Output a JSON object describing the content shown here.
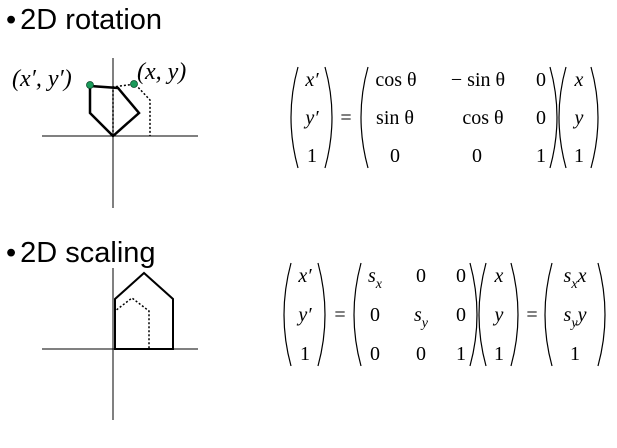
{
  "sections": [
    {
      "bullet": "•",
      "title": "2D rotation",
      "labels": {
        "rotated_point": "(x′, y′)",
        "original_point": "(x, y)"
      },
      "equation": {
        "lhs": [
          "x′",
          "y′",
          "1"
        ],
        "equals": "=",
        "matrix": [
          [
            "cos θ",
            "− sin θ",
            "0"
          ],
          [
            "sin θ",
            "cos θ",
            "0"
          ],
          [
            "0",
            "0",
            "1"
          ]
        ],
        "rhs": [
          "x",
          "y",
          "1"
        ]
      }
    },
    {
      "bullet": "•",
      "title": "2D scaling",
      "equation": {
        "lhs": [
          "x′",
          "y′",
          "1"
        ],
        "equals": "=",
        "matrix": [
          [
            "s_x",
            "0",
            "0"
          ],
          [
            "0",
            "s_y",
            "0"
          ],
          [
            "0",
            "0",
            "1"
          ]
        ],
        "rhs": [
          "x",
          "y",
          "1"
        ],
        "result": [
          "s_x x",
          "s_y y",
          "1"
        ]
      }
    }
  ],
  "colors": {
    "point_marker": "#1a9a5a"
  }
}
